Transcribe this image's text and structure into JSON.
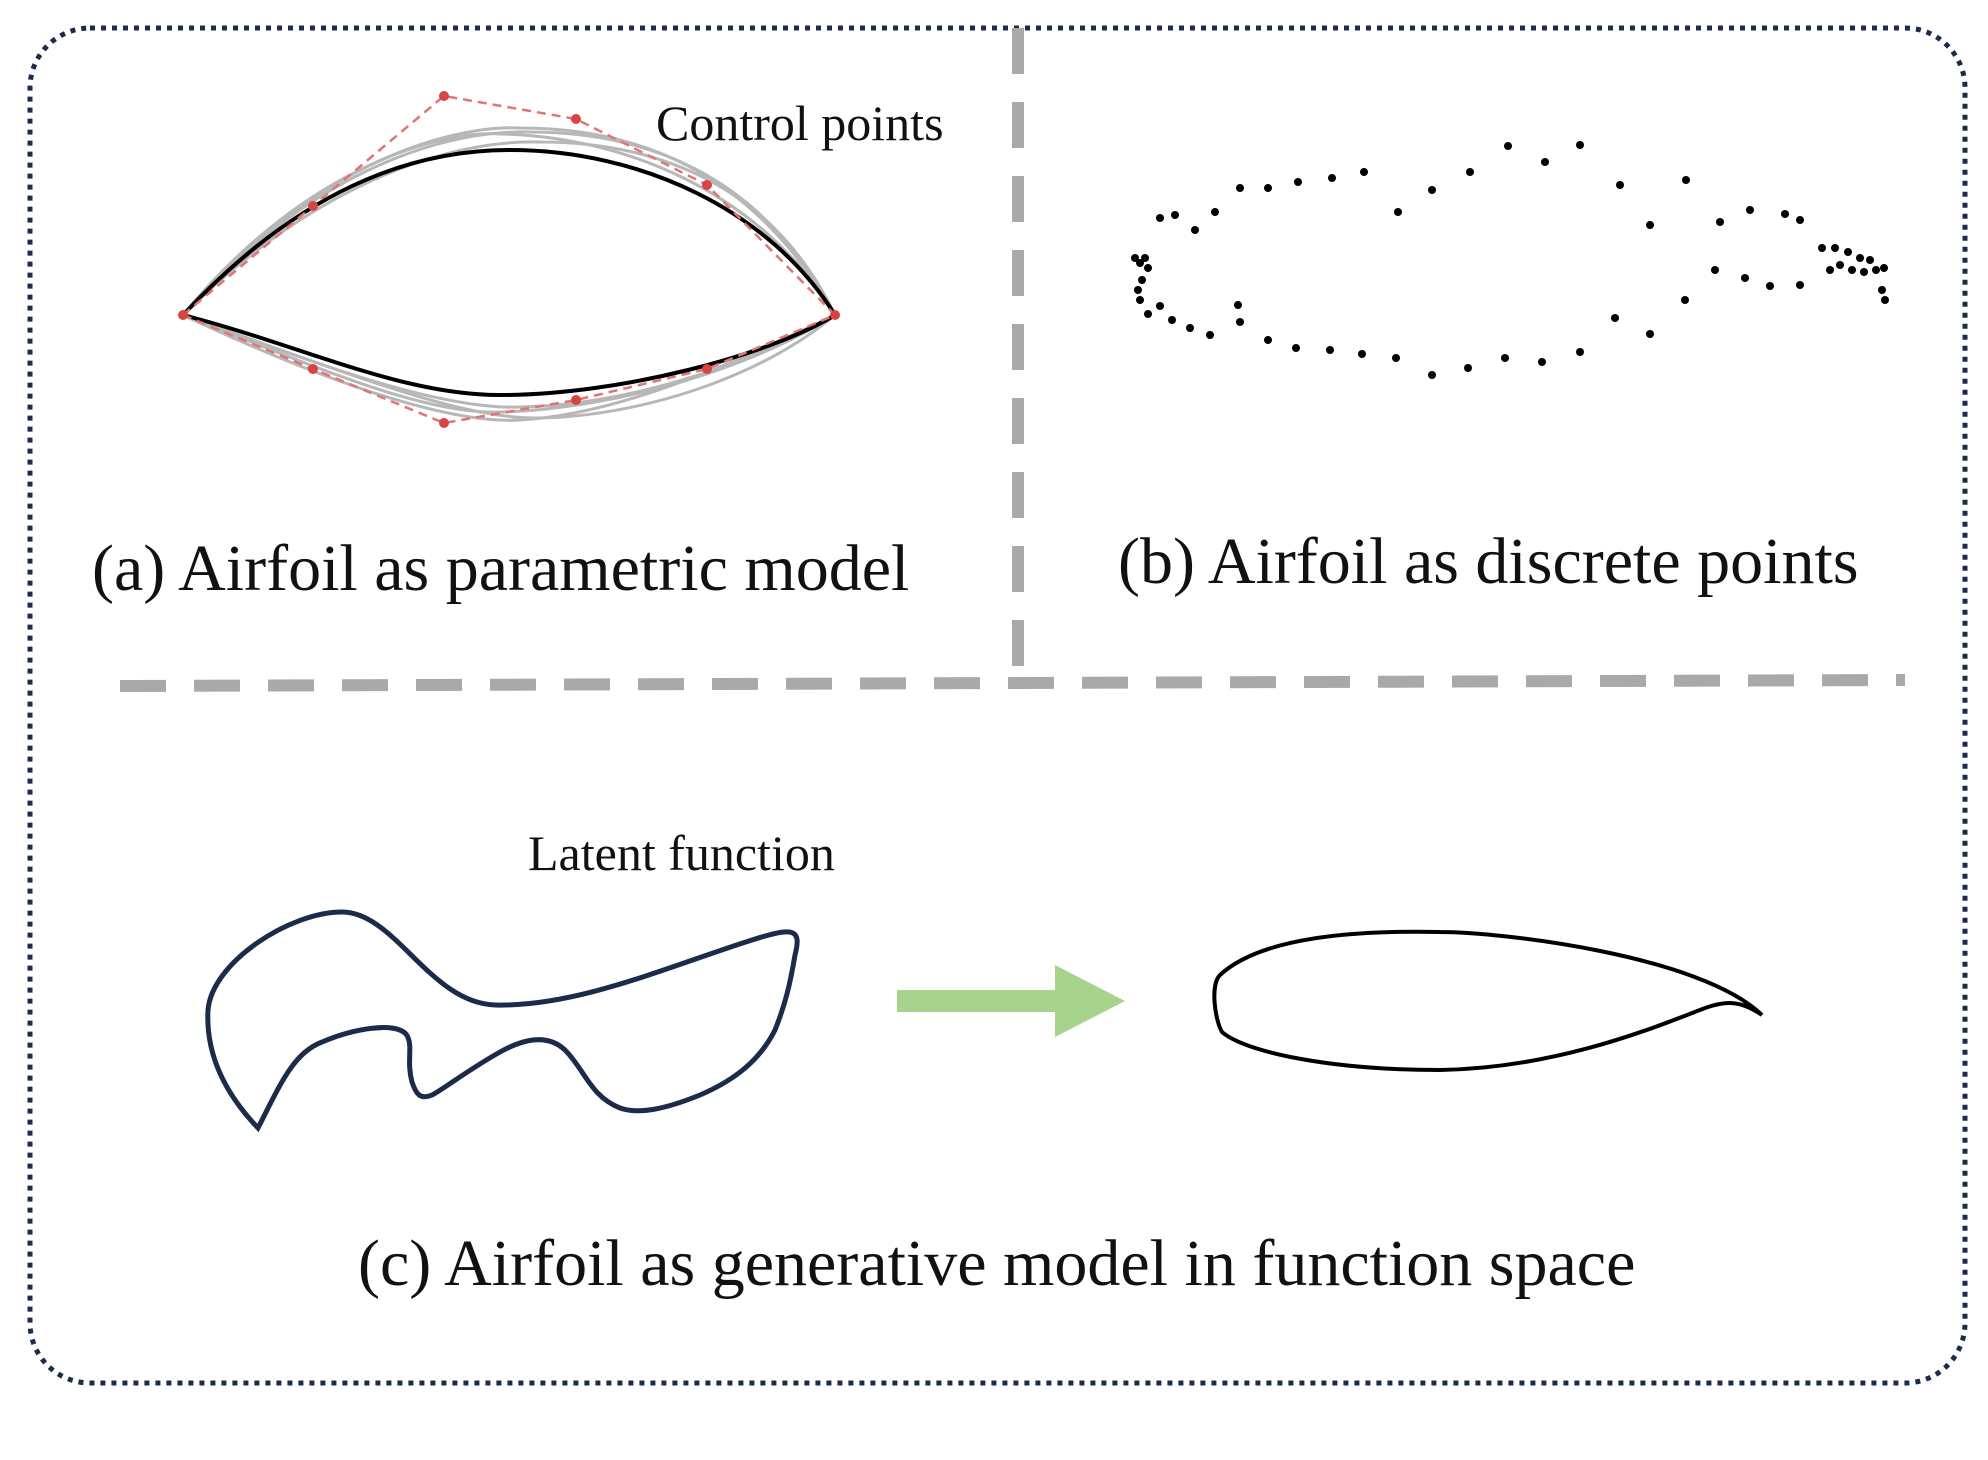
{
  "panels": {
    "a": {
      "caption": "(a) Airfoil as parametric model",
      "annotation": "Control points",
      "colors": {
        "control_polygon": "#e57373",
        "control_point": "#d84343",
        "variant_curve": "#a0a0a0",
        "main_curve": "#000000"
      }
    },
    "b": {
      "caption": "(b) Airfoil as discrete points",
      "colors": {
        "point": "#000000"
      }
    },
    "c": {
      "caption": "(c) Airfoil as generative model in function space",
      "annotation": "Latent function",
      "colors": {
        "latent_shape": "#1c2b4a",
        "arrow": "#a8d38c",
        "airfoil": "#000000"
      }
    }
  },
  "colors": {
    "frame": "#1c2b4a",
    "divider": "#a9a9a9"
  }
}
